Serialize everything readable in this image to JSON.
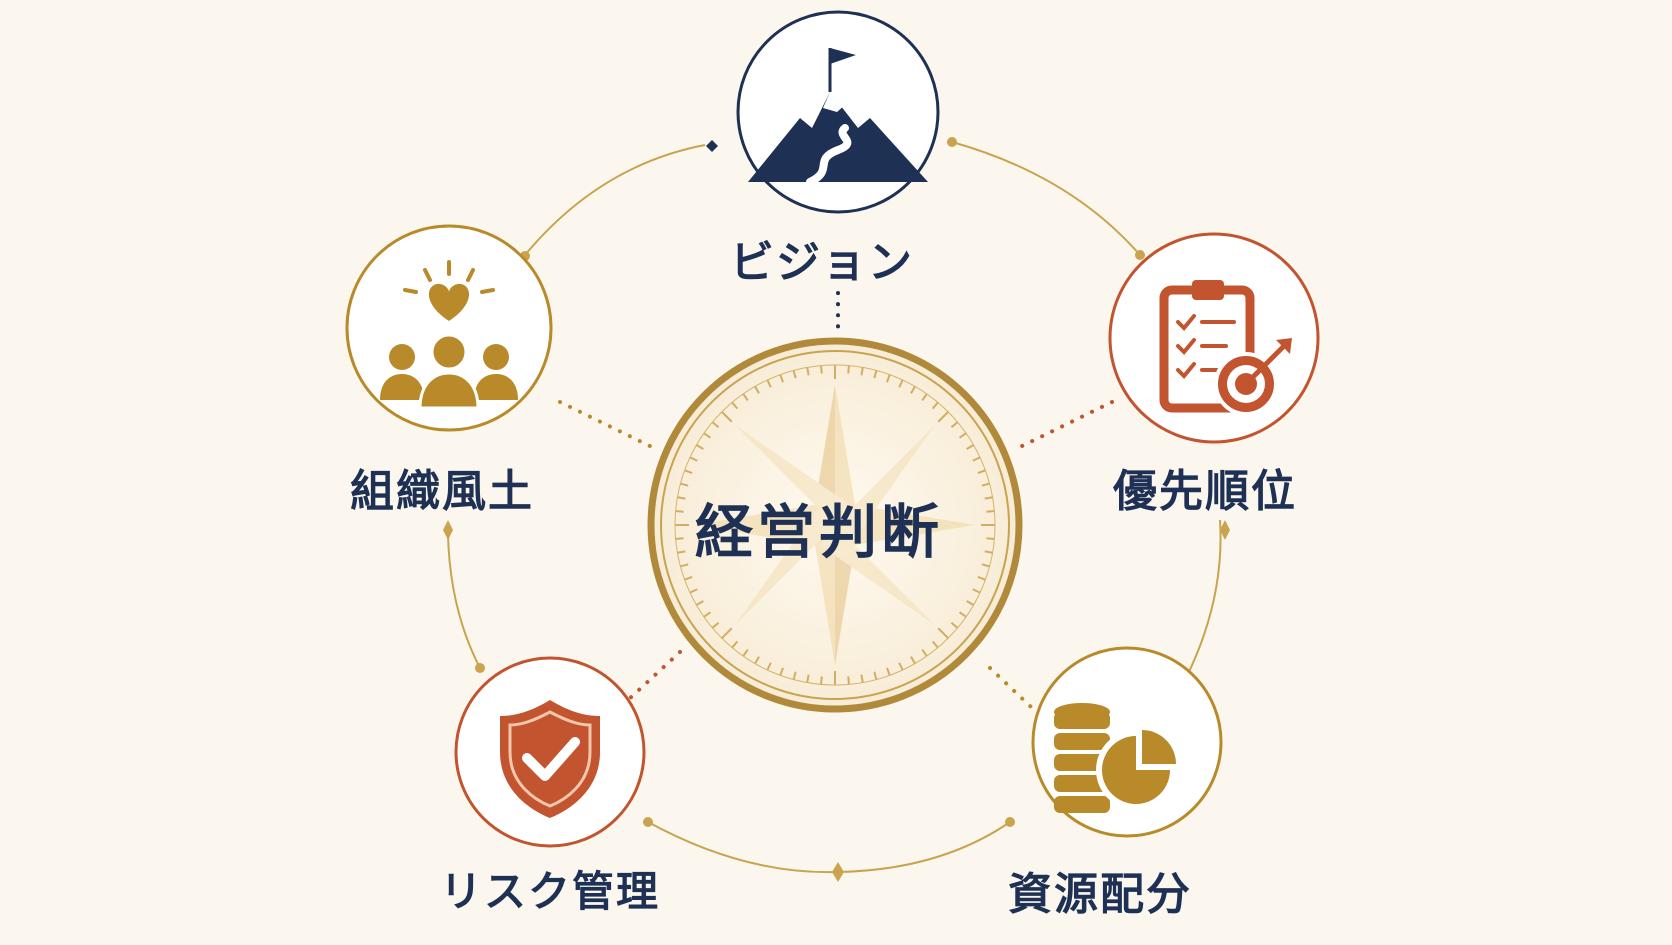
{
  "center": {
    "title": "経営判断"
  },
  "nodes": [
    {
      "id": "vision",
      "label": "ビジョン",
      "icon": "mountain-flag-icon",
      "color": "#1e3155"
    },
    {
      "id": "priority",
      "label": "優先順位",
      "icon": "clipboard-target-icon",
      "color": "#c2552f"
    },
    {
      "id": "resource",
      "label": "資源配分",
      "icon": "coins-pie-chart-icon",
      "color": "#b88a2a"
    },
    {
      "id": "risk",
      "label": "リスク管理",
      "icon": "shield-check-icon",
      "color": "#c2552f"
    },
    {
      "id": "culture",
      "label": "組織風土",
      "icon": "people-heart-icon",
      "color": "#b88a2a"
    }
  ],
  "colors": {
    "background": "#fcf7ee",
    "navy": "#1e3155",
    "gold": "#b88a2a",
    "terracotta": "#c2552f"
  }
}
